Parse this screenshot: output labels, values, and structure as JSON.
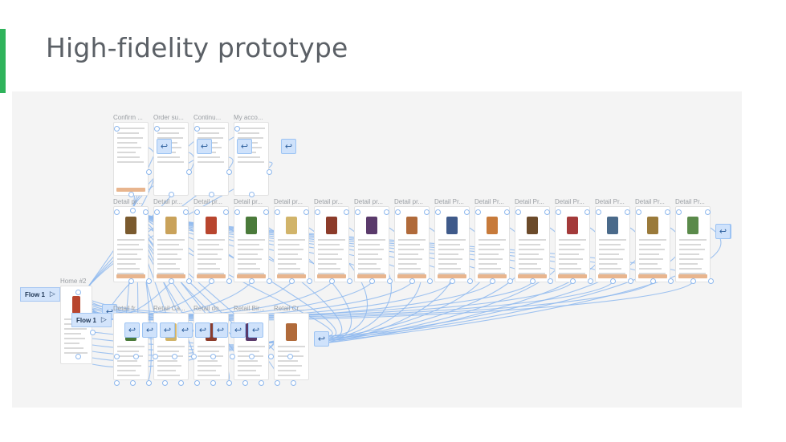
{
  "slide": {
    "title": "High-fidelity prototype",
    "accent_color": "#2fb35b"
  },
  "canvas": {
    "background": "#f4f4f4",
    "wire_color": "#8eb8ee"
  },
  "flows": [
    {
      "label": "Flow 1",
      "icon": "play-triangle-icon"
    },
    {
      "label": "Flow 1",
      "icon": "play-triangle-icon"
    }
  ],
  "top_row_labels": [
    "Confirm ...",
    "Order su...",
    "Continu...",
    "My acco..."
  ],
  "detail_row_labels": [
    "Detail pr...",
    "Detail pr...",
    "Detail pr...",
    "Detail pr...",
    "Detail pr...",
    "Detail pr...",
    "Detail pr...",
    "Detail pr...",
    "Detail Pr...",
    "Detail Pr...",
    "Detail Pr...",
    "Detail Pr...",
    "Detail Pr...",
    "Detail Pr...",
    "Detail Pr..."
  ],
  "home_label": "Home #2",
  "bottom_row_labels": [
    "Detail fr...",
    "Retail Ca...",
    "Retail do...",
    "Retail Bir...",
    "Retail Cr..."
  ],
  "back_icon": "reply-arrow-icon"
}
